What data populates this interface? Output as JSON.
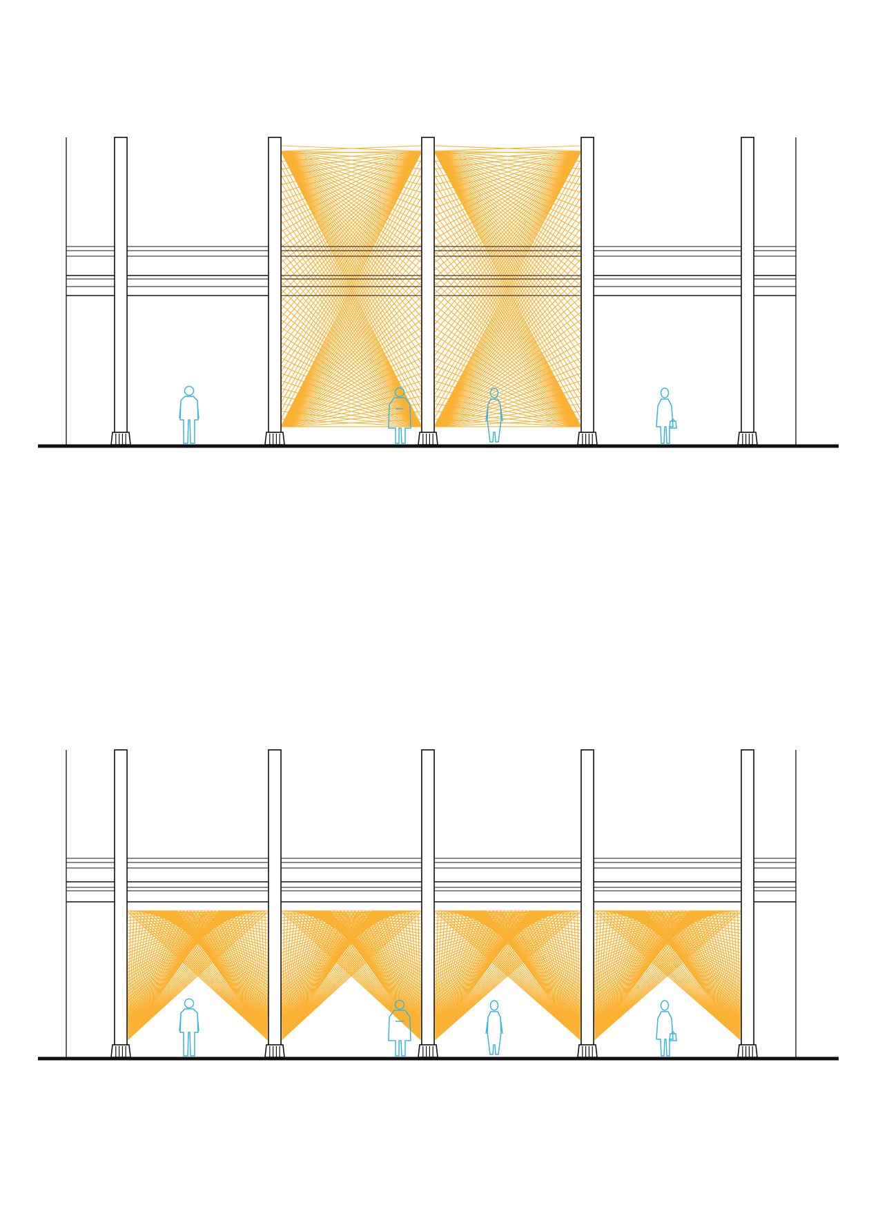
{
  "colors": {
    "background": "#ffffff",
    "structure": "#111111",
    "string_art": "#FBB233",
    "figures": "#3BB4D8"
  },
  "elevations": [
    {
      "id": "top",
      "variant": "tall-crossing-pattern",
      "string_panels": 2,
      "figures": [
        "man-standing",
        "man-coat",
        "woman-dress",
        "woman-handbag"
      ]
    },
    {
      "id": "bottom",
      "variant": "low-inverted-pattern",
      "string_panels": 4,
      "figures": [
        "man-standing",
        "man-coat",
        "woman-dress",
        "woman-handbag"
      ]
    }
  ]
}
